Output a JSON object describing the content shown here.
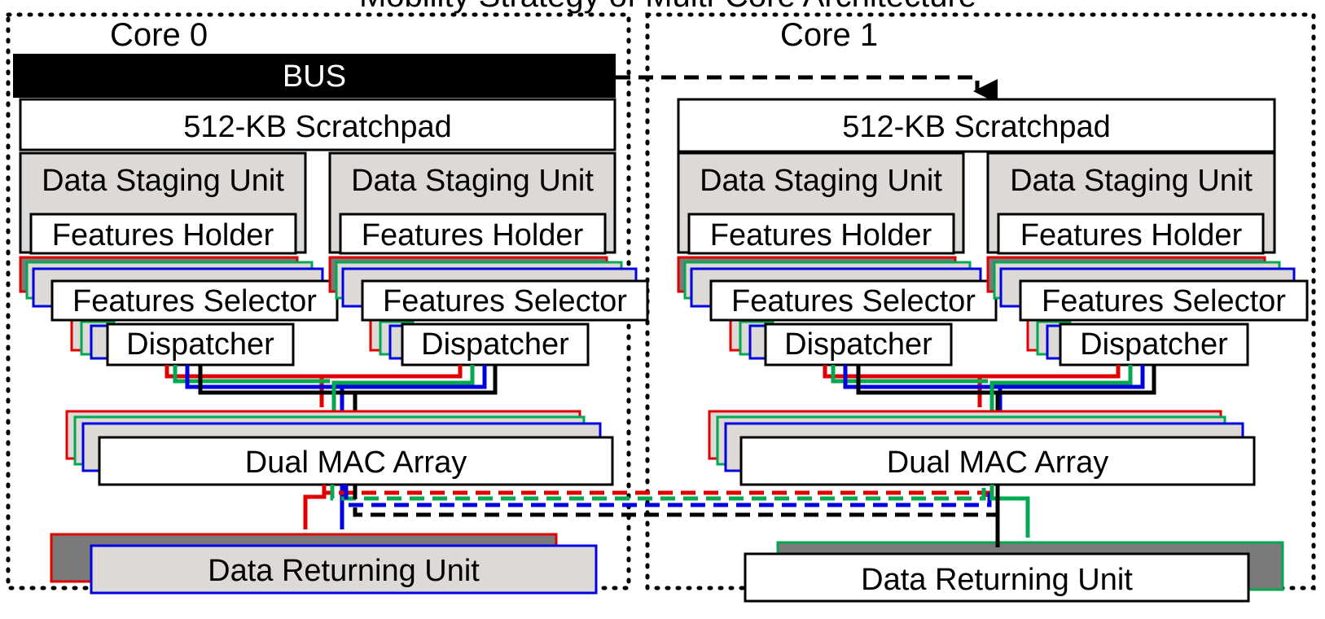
{
  "title_partial": "Mobility Strategy of Multi-Core Architecture",
  "cores": [
    {
      "label": "Core 0",
      "scratchpad": "512-KB Scratchpad",
      "staging_units": [
        {
          "label": "Data Staging Unit",
          "holder": "Features Holder",
          "selector": "Features Selector",
          "dispatcher": "Dispatcher"
        },
        {
          "label": "Data Staging Unit",
          "holder": "Features Holder",
          "selector": "Features Selector",
          "dispatcher": "Dispatcher"
        }
      ],
      "mac_array": "Dual MAC Array",
      "returning_unit": "Data Returning Unit"
    },
    {
      "label": "Core 1",
      "scratchpad": "512-KB Scratchpad",
      "staging_units": [
        {
          "label": "Data Staging Unit",
          "holder": "Features Holder",
          "selector": "Features Selector",
          "dispatcher": "Dispatcher"
        },
        {
          "label": "Data Staging Unit",
          "holder": "Features Holder",
          "selector": "Features Selector",
          "dispatcher": "Dispatcher"
        }
      ],
      "mac_array": "Dual MAC Array",
      "returning_unit": "Data Returning Unit"
    }
  ],
  "bus": {
    "label": "BUS"
  },
  "colors": {
    "red": "#e00000",
    "green": "#00a850",
    "blue": "#0000e0",
    "black": "#000000",
    "unit_gray": "#dcd9d6",
    "dark_gray": "#7a7a7a",
    "background": "#ffffff"
  }
}
